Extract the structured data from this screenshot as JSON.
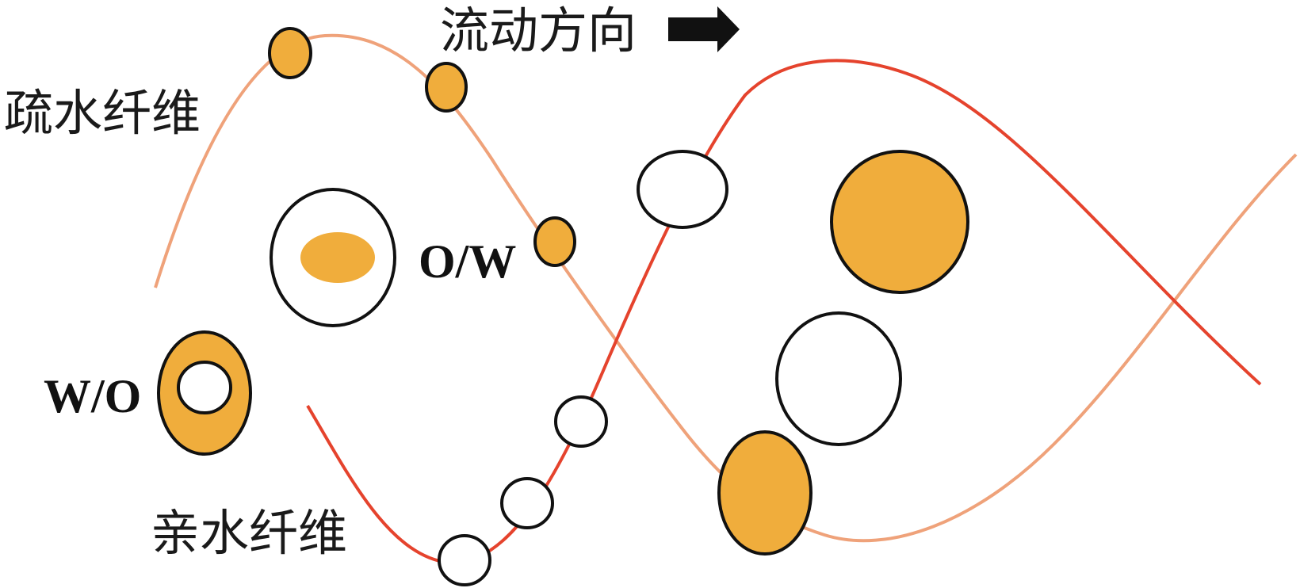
{
  "labels": {
    "flow_direction": "流动方向",
    "hydrophobic_fiber": "疏水纤维",
    "hydrophilic_fiber": "亲水纤维",
    "oil_in_water": "O/W",
    "water_in_oil": "W/O"
  },
  "colors": {
    "oil_fill": "#F0AD3C",
    "water_fill": "#FFFFFF",
    "outline": "#111111",
    "hydrophobic_fiber_line": "#EFA27A",
    "hydrophilic_fiber_line": "#E5432D",
    "arrow": "#111111"
  },
  "icons": {
    "flow_arrow": "right-arrow-icon"
  }
}
